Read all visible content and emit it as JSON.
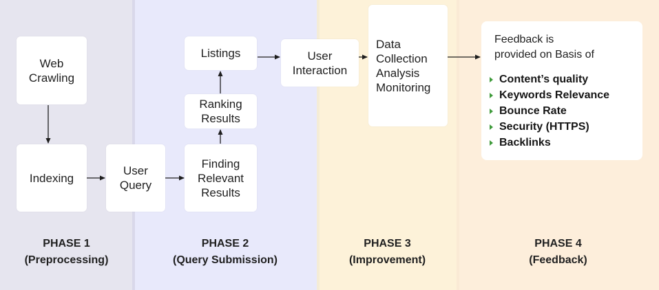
{
  "nodes": {
    "web_crawling": "Web\nCrawling",
    "indexing": "Indexing",
    "user_query": "User\nQuery",
    "finding_relevant_results": "Finding\nRelevant\nResults",
    "ranking_results": "Ranking\nResults",
    "listings": "Listings",
    "user_interaction": "User\nInteraction",
    "data_collection": "Data\nCollection\nAnalysis\nMonitoring"
  },
  "feedback": {
    "intro": "Feedback is\nprovided on  Basis of",
    "items": [
      "Content’s quality",
      "Keywords Relevance",
      "Bounce Rate",
      "Security (HTTPS)",
      "Backlinks"
    ]
  },
  "phases": [
    {
      "title": "PHASE 1",
      "subtitle": "(Preprocessing)"
    },
    {
      "title": "PHASE 2",
      "subtitle": "(Query Submission)"
    },
    {
      "title": "PHASE 3",
      "subtitle": "(Improvement)"
    },
    {
      "title": "PHASE 4",
      "subtitle": "(Feedback)"
    }
  ],
  "colors": {
    "phase1_bg": "#e6e5ef",
    "phase2_bg": "#e8e9fb",
    "phase3_bg": "#fdf2d9",
    "phase4_bg": "#fdeedb",
    "bullet": "#3f9b3b",
    "arrow": "#1e1e1e"
  }
}
